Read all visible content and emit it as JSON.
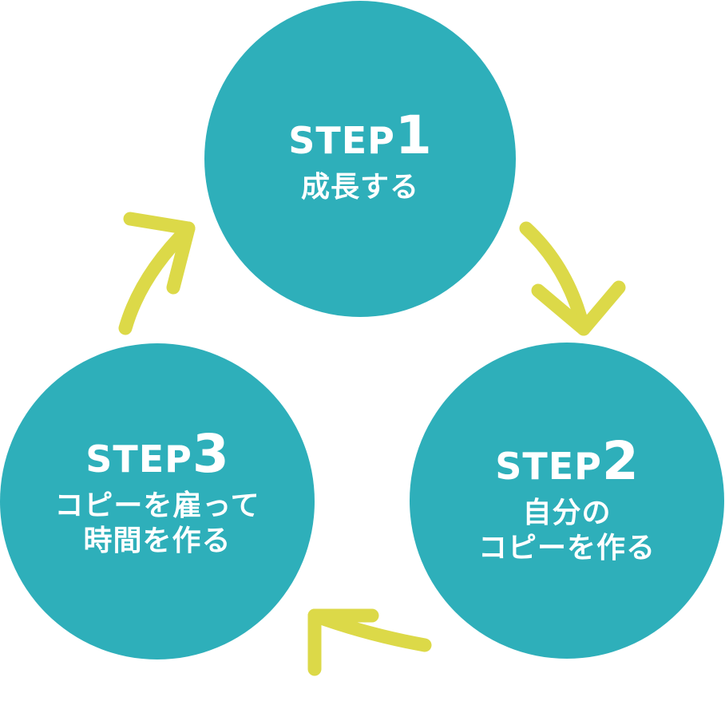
{
  "colors": {
    "circle_fill": "#2eafba",
    "arrow": "#dcd948",
    "text": "#ffffff"
  },
  "steps": [
    {
      "word": "STEP",
      "number": "1",
      "caption": [
        "成長する"
      ]
    },
    {
      "word": "STEP",
      "number": "2",
      "caption": [
        "自分の",
        "コピーを作る"
      ]
    },
    {
      "word": "STEP",
      "number": "3",
      "caption": [
        "コピーを雇って",
        "時間を作る"
      ]
    }
  ]
}
